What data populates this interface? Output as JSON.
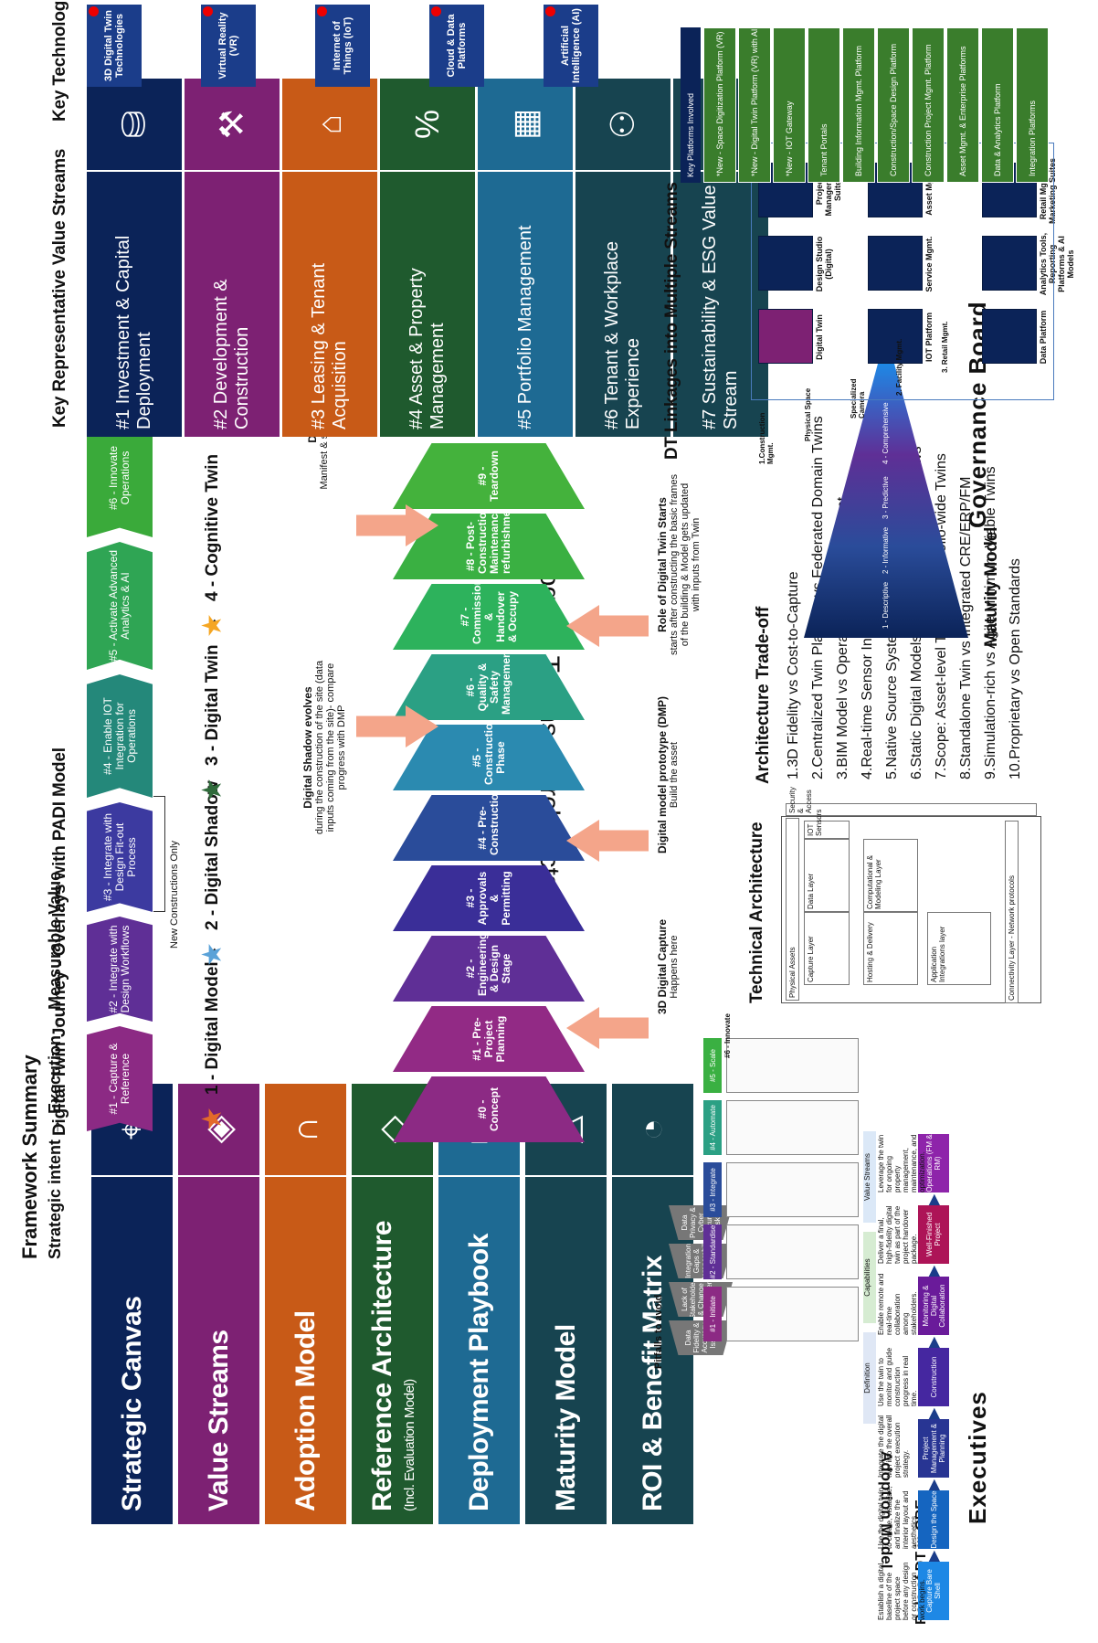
{
  "framework": {
    "title": "Framework Summary",
    "subtitle": "Strategic intent → Execution → Measurable Value",
    "executives": "Executives",
    "governance": "Governance Board",
    "program_teams": "Program Teams & Architects.",
    "items": [
      {
        "label": "Strategic Canvas",
        "sub": "",
        "color": "#0b2358"
      },
      {
        "label": "Value Streams",
        "sub": "",
        "color": "#7d2173"
      },
      {
        "label": "Adoption Model",
        "sub": "",
        "color": "#c85a17"
      },
      {
        "label": "Reference Architecture",
        "sub": "(Incl. Evaluation Model)",
        "color": "#1f5a2e"
      },
      {
        "label": "Deployment Playbook",
        "sub": "",
        "color": "#1e6a93"
      },
      {
        "label": "Maturity Model",
        "sub": "",
        "color": "#174450"
      },
      {
        "label": "ROI & Benefit Matrix",
        "sub": "",
        "color": "#174450"
      }
    ]
  },
  "role": {
    "title": "Role of DT in CRE",
    "steps": [
      {
        "label": "Capture Bare Shell",
        "desc": "Establish a digital baseline of the project space before any design or construction work begins."
      },
      {
        "label": "Design the Space",
        "desc": "Use the digital twin to create, visualize, and finalize the interior layout and aesthetics."
      },
      {
        "label": "Project Management & Planning",
        "desc": "Integrate the digital twin into the overall project execution strategy."
      },
      {
        "label": "Construction",
        "desc": "Use the twin to monitor and guide construction progress in real time."
      },
      {
        "label": "Monitoring & Digital Collaboration",
        "desc": "Enable remote and real-time collaboration among stakeholders."
      },
      {
        "label": "Well-Finished Project",
        "desc": "Deliver a final, high-fidelity digital twin as part of the project handover package."
      },
      {
        "label": "Operations (FM & RM)",
        "desc": "Leverage the twin for ongoing property management, maintenance, and optimization."
      }
    ]
  },
  "pitfalls": {
    "title": "Pitfalls to avoid",
    "items": [
      "Data Fidelity & Accuracy Issues",
      "Lack of Stakeholder & Change Management Buy-in",
      "Integration Gaps & Interoperability Challenges",
      "Data Privacy & Cyber Security Risks"
    ]
  },
  "journey": {
    "title": "Digital Twin Journey - Overlays with PADI Model",
    "new_constructions": "New Constructions Only",
    "padi": [
      {
        "label": "#1 - Capture & Reference",
        "color": "#8c2a84"
      },
      {
        "label": "#2 - Integrate with Design Workflows",
        "color": "#5f2f96"
      },
      {
        "label": "#3 - Integrate with Design Fit-out Process",
        "color": "#3c3aa0"
      },
      {
        "label": "#4 - Enable IOT Integration for Operations",
        "color": "#24887a"
      },
      {
        "label": "#5 - Activate Advanced Analytics & AI",
        "color": "#2fa554"
      },
      {
        "label": "#6 - Innovate Operations",
        "color": "#3aaa3a"
      }
    ],
    "stages": [
      "1 - Digital Model",
      "2 - Digital Shadow",
      "3 - Digital Twin",
      "4 - Cognitive Twin"
    ],
    "phases": [
      {
        "label": "#0 - Concept",
        "color": "#8c2a84"
      },
      {
        "label": "#1 - Pre-Project Planning",
        "color": "#922a85"
      },
      {
        "label": "#2 - Engineering & Design Stage",
        "color": "#5f2f96"
      },
      {
        "label": "#3 - Approvals & Permitting",
        "color": "#3a2e98"
      },
      {
        "label": "#4 - Pre-Construction",
        "color": "#2a4c9a"
      },
      {
        "label": "#5 - Construction Phase",
        "color": "#2b8ab0"
      },
      {
        "label": "#6 - Quality & Safety Management",
        "color": "#2ba084"
      },
      {
        "label": "#7 - Commissioning & Handover & Occupy",
        "color": "#2db25c"
      },
      {
        "label": "#8 - Post-Construction Maintenance/ refurbishment",
        "color": "#3ab042"
      },
      {
        "label": "#9 - Teardown",
        "color": "#44b23c"
      }
    ],
    "notes": [
      {
        "title": "3D Digital Capture",
        "body": "Happens here"
      },
      {
        "title": "Digital model prototype (DMP)",
        "body": "Build the asset"
      },
      {
        "title": "Digital Shadow evolves",
        "body": "during the construction of the site (data inputs coming from the site)- compare progress with DMP"
      },
      {
        "title": "Role of Digital Twin Starts",
        "body": "starts after constructing the basic frames of the building & Model gets updated with inputs from Twin"
      },
      {
        "title": "Digital Twins",
        "body": "Manifest & starts to provide benefits"
      }
    ]
  },
  "adoption": {
    "title": "Adoption Model",
    "rows": [
      "Definition",
      "Capabilities",
      "Value Streams"
    ],
    "steps": [
      {
        "label": "#1 - Initiate",
        "color": "#8c2a84"
      },
      {
        "label": "#2 - Standardise",
        "color": "#5f2f96"
      },
      {
        "label": "#3 - Integrate",
        "color": "#2a4c9a"
      },
      {
        "label": "#4 - Automate",
        "color": "#2ba084"
      },
      {
        "label": "#5 - Scale",
        "color": "#3ab042"
      },
      {
        "label": "#6 - Innovate",
        "color": "#2f7d2c"
      }
    ]
  },
  "tech": {
    "title": "Technical Architecture",
    "layers": [
      "Physical Assets",
      "Capture Layer",
      "Data Layer",
      "IOT Sensors",
      "Hosting & Delivery",
      "Computational & Modeling Layer",
      "Application Integrations layer",
      "Connectivity Layer - Network protocols",
      "Security & Access"
    ]
  },
  "tradeoff": {
    "title": "Architecture Trade-off",
    "items": [
      "1.3D Fidelity vs Cost-to-Capture",
      "2.Centralized Twin Platform vs Federated Domain Twins",
      "3.BIM Model vs Operational Twin Alignment",
      "4.Real-time Sensor Integration vs Periodic Updates",
      "5.Native Source Systems vs Twin Data Hub",
      "6.Static Digital Models vs Dynamic Digital Shadows",
      "7.Scope: Asset-level Twins vs Portfolio-wide Twins",
      "8.Standalone Twin vs Integrated CRE/ERP/FM",
      "9.Simulation-rich vs Agile Minimum-Viable Twins",
      "10.Proprietary vs Open Standards"
    ]
  },
  "maturity": {
    "title": "Maturity Model",
    "levels": [
      "1 - Descriptive",
      "2 - Informative",
      "3 - Predictive",
      "4 - Comprehensive"
    ]
  },
  "value_streams": {
    "title": "Key Representative Value Streams",
    "items": [
      {
        "label": "#1 Investment & Capital Deployment",
        "color": "#0b2358",
        "icon": "coins-icon"
      },
      {
        "label": "#2 Development & Construction",
        "color": "#7d2173",
        "icon": "crane-icon"
      },
      {
        "label": "#3 Leasing & Tenant Acquisition",
        "color": "#c85a17",
        "icon": "house-heart-icon"
      },
      {
        "label": "#4 Asset & Property Management",
        "color": "#1f5a2e",
        "icon": "house-percent-icon"
      },
      {
        "label": "#5 Portfolio Management",
        "color": "#1e6a93",
        "icon": "blocks-icon"
      },
      {
        "label": "#6 Tenant & Workplace Experience",
        "color": "#174450",
        "icon": "building-people-icon"
      },
      {
        "label": "#7 Sustainability & ESG Value Stream",
        "color": "#174450",
        "icon": "leaf-icon"
      }
    ]
  },
  "key_tech": {
    "title": "Key Technologies",
    "items": [
      "3D Digital Twin Technologies",
      "Virtual Reality (VR)",
      "Internet of Things (IoT)",
      "Cloud & Data Platforms",
      "Artificial Intelligence (AI)"
    ]
  },
  "linkages": {
    "title": "DT Linkages into Multiple Streams",
    "nodes": [
      "Digital Twin",
      "Design Studio (Digital)",
      "Project Management Suite",
      "IOT Platform",
      "Service Mgmt.",
      "Asset Mgmt.",
      "Data Platform",
      "Analytics Tools, Reporting Platforms & AI Models",
      "Retail Mgmt. & Marketing Suites"
    ],
    "left": [
      "1.Construction Mgmt.",
      "Physical Space",
      "Specialized Camera",
      "2. Facility Mgmt.",
      "3. Retail Mgmt."
    ]
  },
  "platforms": {
    "title": "Key Platforms Involved",
    "items": [
      "*New - Space Digitization Platform (VR)",
      "*New - Digital Twin Platform (VR) with AI",
      "*New - IOT Gateway",
      "Tenant Portals",
      "Building Information Mgmt. Platform",
      "Construction/Space Design Platform",
      "Construction Project Mgmt. Platform",
      "Asset Mgmt. & Enterprise Platforms",
      "Data & Analytics Platform",
      "Integration Platforms"
    ]
  }
}
